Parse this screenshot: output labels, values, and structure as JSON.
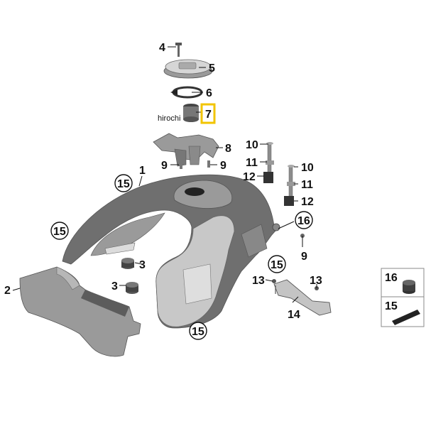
{
  "diagram": {
    "watermark": "hirochi",
    "highlight_color": "#f2c400",
    "callouts": {
      "c1": "1",
      "c2": "2",
      "c3a": "3",
      "c3b": "3",
      "c4": "4",
      "c5": "5",
      "c6": "6",
      "c7": "7",
      "c8": "8",
      "c9a": "9",
      "c9b": "9",
      "c9c": "9",
      "c10a": "10",
      "c10b": "10",
      "c11a": "11",
      "c11b": "11",
      "c12a": "12",
      "c12b": "12",
      "c13a": "13",
      "c13b": "13",
      "c14": "14",
      "c15a": "15",
      "c15b": "15",
      "c15c": "15",
      "c16": "16"
    },
    "legend": {
      "row1_label": "16",
      "row2_label": "15"
    }
  }
}
